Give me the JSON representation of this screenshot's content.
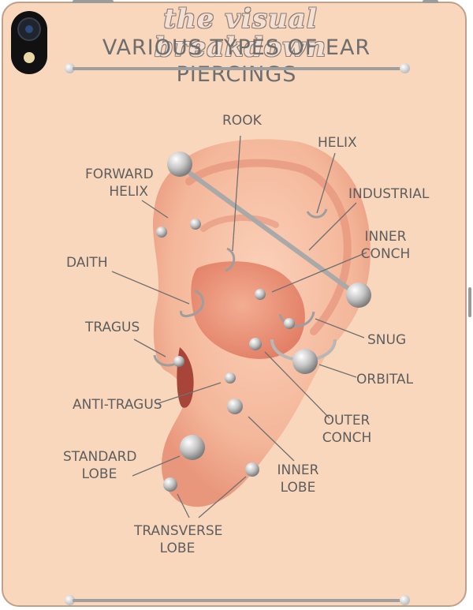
{
  "title": {
    "script": "the visual breakdown",
    "main": "VARIOUS TYPES OF EAR PIERCINGS"
  },
  "colors": {
    "background": "#f9d7bc",
    "ear": "#f4b79a",
    "ear_shadow": "#e8957a",
    "jewelry": "#bdbdbd",
    "text": "#5e5e5e",
    "leader": "#707070"
  },
  "labels": {
    "rook": "ROOK",
    "helix": "HELIX",
    "forward_helix_1": "FORWARD",
    "forward_helix_2": "HELIX",
    "industrial": "INDUSTRIAL",
    "inner_conch_1": "INNER",
    "inner_conch_2": "CONCH",
    "daith": "DAITH",
    "tragus": "TRAGUS",
    "snug": "SNUG",
    "orbital": "ORBITAL",
    "anti_tragus": "ANTI-TRAGUS",
    "outer_conch_1": "OUTER",
    "outer_conch_2": "CONCH",
    "standard_lobe_1": "STANDARD",
    "standard_lobe_2": "LOBE",
    "inner_lobe_1": "INNER",
    "inner_lobe_2": "LOBE",
    "transverse_lobe_1": "TRANSVERSE",
    "transverse_lobe_2": "LOBE"
  }
}
